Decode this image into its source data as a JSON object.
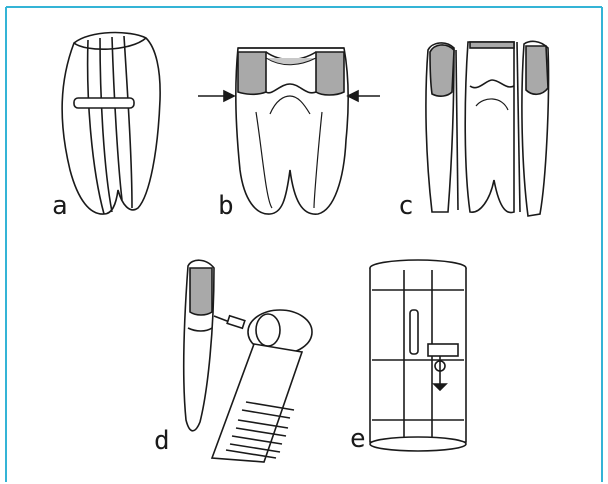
{
  "figure": {
    "border_color": "#34b4d6",
    "stroke_color": "#1a1a1a",
    "shade_color": "#a9a9a9",
    "panels": [
      {
        "id": "a",
        "label": "a",
        "description_icon": "tooth-sectioned-icon"
      },
      {
        "id": "b",
        "label": "b",
        "description_icon": "tooth-crown-arrows-icon"
      },
      {
        "id": "c",
        "label": "c",
        "description_icon": "tooth-slices-icon"
      },
      {
        "id": "d",
        "label": "d",
        "description_icon": "handpiece-drilling-icon"
      },
      {
        "id": "e",
        "label": "e",
        "description_icon": "specimen-holder-icon"
      }
    ]
  }
}
